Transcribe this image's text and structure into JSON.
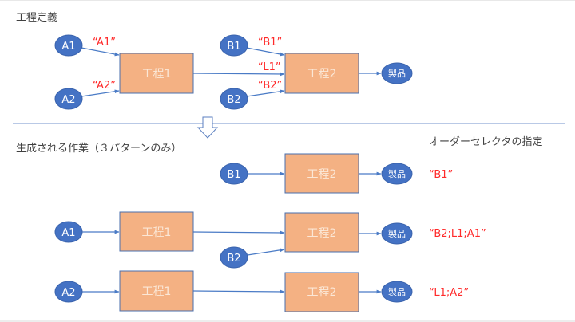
{
  "titles": {
    "definition": "工程定義",
    "generated": "生成される作業（３パターンのみ）",
    "order_selector": "オーダーセレクタの指定"
  },
  "colors": {
    "node_fill": "#4472c4",
    "box_fill": "#f4b183",
    "box_stroke": "#4a6fae",
    "edge": "#4a7bc6",
    "label_red": "#ff2a2a",
    "divider": "#8fa9d8"
  },
  "definition": {
    "inputs": {
      "a1": "A1",
      "a2": "A2",
      "b1": "B1",
      "b2": "B2"
    },
    "edge_labels": {
      "a1": "“A1”",
      "a2": "“A2”",
      "b1": "“B1”",
      "l1": "“L1”",
      "b2": "“B2”"
    },
    "process1": "工程1",
    "process2": "工程2",
    "product": "製品"
  },
  "patterns": [
    {
      "inputs": [
        "B1"
      ],
      "process2": "工程2",
      "product": "製品",
      "order_selector": "“B1”"
    },
    {
      "inputs": [
        "A1",
        "B2"
      ],
      "process1": "工程1",
      "process2": "工程2",
      "product": "製品",
      "order_selector": "“B2;L1;A1”"
    },
    {
      "inputs": [
        "A2"
      ],
      "process1": "工程1",
      "process2": "工程2",
      "product": "製品",
      "order_selector": "“L1;A2”"
    }
  ]
}
